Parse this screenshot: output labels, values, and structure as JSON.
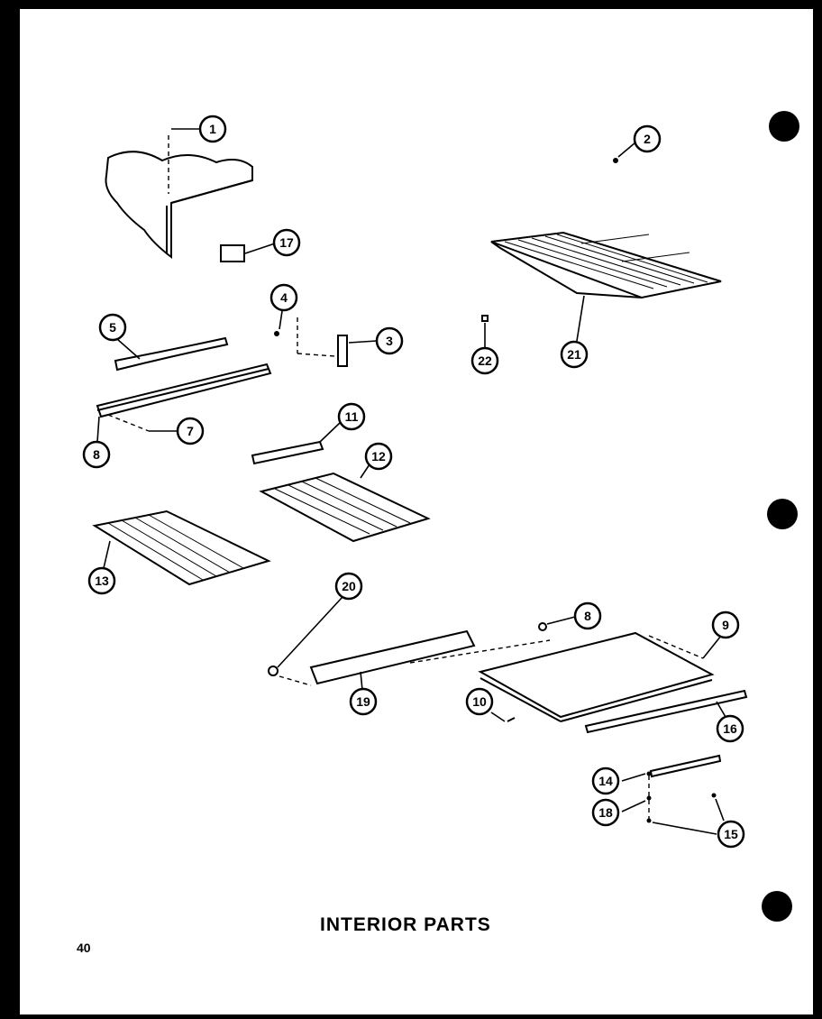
{
  "title": "INTERIOR PARTS",
  "page_number": "40",
  "callouts": [
    "1",
    "2",
    "3",
    "4",
    "5",
    "7",
    "8",
    "8",
    "9",
    "10",
    "11",
    "12",
    "13",
    "14",
    "15",
    "16",
    "17",
    "18",
    "19",
    "20",
    "21",
    "22"
  ]
}
